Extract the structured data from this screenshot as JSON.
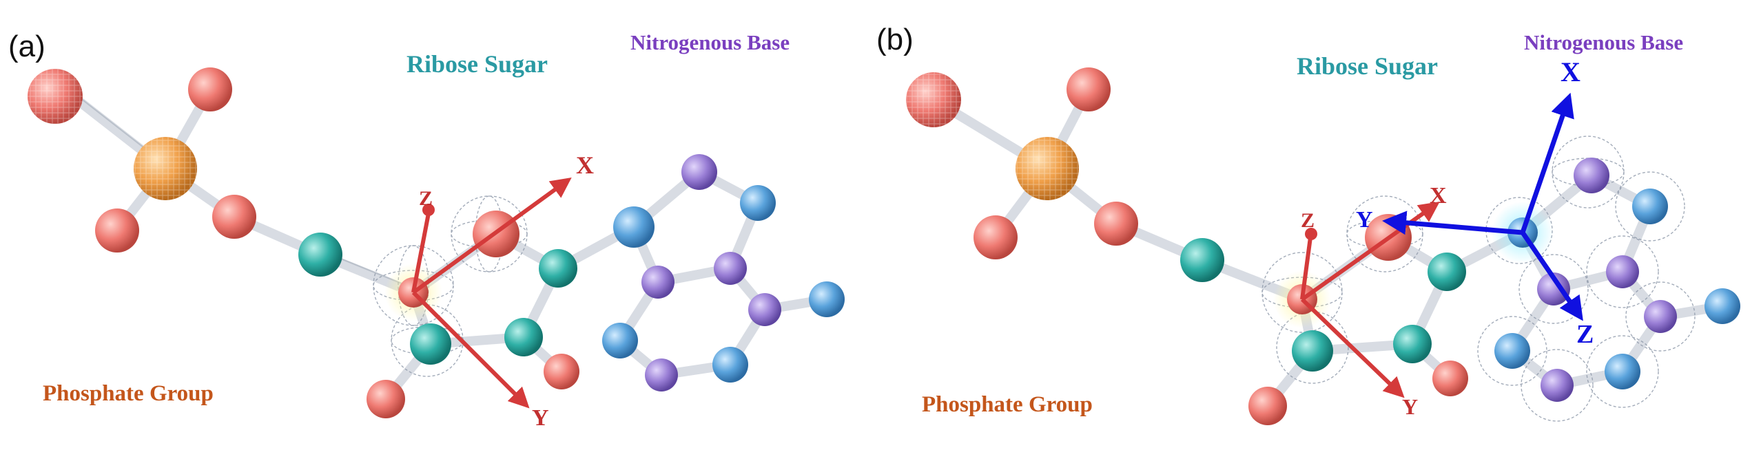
{
  "panel_a": {
    "letter": "(a)",
    "groups": {
      "ribose_sugar": "Ribose Sugar",
      "nitrogenous_base": "Nitrogenous Base",
      "phosphate_group": "Phosphate Group"
    },
    "axes": {
      "x": "X",
      "y": "Y",
      "z": "Z"
    }
  },
  "panel_b": {
    "letter": "(b)",
    "groups": {
      "ribose_sugar": "Ribose Sugar",
      "nitrogenous_base": "Nitrogenous Base",
      "phosphate_group": "Phosphate Group"
    },
    "axes_red": {
      "x": "X",
      "y": "Y",
      "z": "Z"
    },
    "axes_blue": {
      "x": "X",
      "y": "Y",
      "z": "Z"
    }
  },
  "colors": {
    "ribose_label": "#2a9aa3",
    "base_label": "#7a3fbf",
    "phosphate_label": "#c4561b",
    "red_axes": "#d43a3a",
    "blue_axes": "#1010e0",
    "oxygen_atom": "#ef7a72",
    "phosphorus_atom": "#f0a04a",
    "carbon_atom": "#2fb0a6",
    "nitrogen_atom": "#9a7fd6",
    "base_carbon_atom": "#5aa3dc"
  }
}
